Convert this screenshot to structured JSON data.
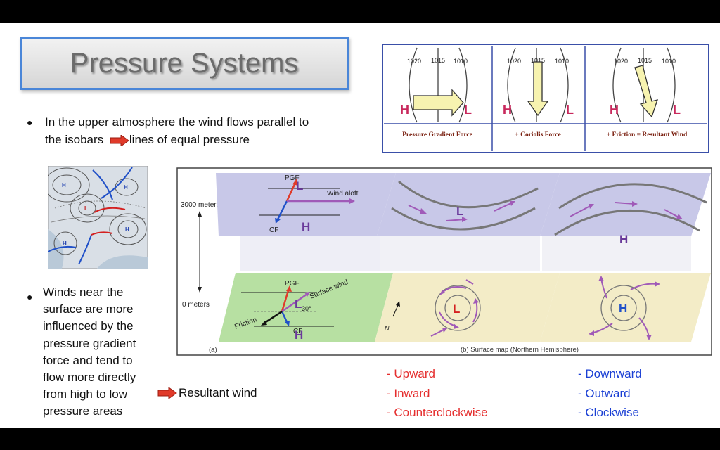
{
  "title": "Pressure Systems",
  "bullet1": {
    "line1": "In the upper atmosphere the wind flows parallel to",
    "line2a": "the isobars",
    "line2b": "lines of equal pressure"
  },
  "bullet2": {
    "lines": [
      "Winds near the",
      "surface are more",
      "influenced by the",
      "pressure gradient",
      "force and tend to",
      "flow more directly",
      "from high to low",
      "pressure areas"
    ],
    "resultant": "Resultant wind"
  },
  "low_list": [
    "- Upward",
    "- Inward",
    "- Counterclockwise"
  ],
  "high_list": [
    "- Downward",
    "- Outward",
    "- Clockwise"
  ],
  "force_diagram": {
    "isobars": [
      "1020",
      "1015",
      "1010"
    ],
    "high": "H",
    "low": "L",
    "panels": [
      "Pressure Gradient Force",
      "+ Coriolis Force",
      "+ Friction = Resultant Wind"
    ]
  },
  "wind_diagram": {
    "altitude_top": "3000 meters",
    "altitude_bottom": "0 meters",
    "pgf": "PGF",
    "cf": "CF",
    "wind_aloft": "Wind aloft",
    "surface_wind": "Surface wind",
    "friction": "Friction",
    "angle": "30°",
    "north": "N",
    "high": "H",
    "low": "L",
    "caption_a": "(a)",
    "caption_b": "(b)  Surface map (Northern Hemisphere)"
  },
  "map_labels": {
    "high": "H",
    "low": "L"
  },
  "colors": {
    "low": "#e52e2e",
    "high": "#1a3fd4",
    "arrow_red": "#e03a2a",
    "title_border": "#4a86d8"
  }
}
